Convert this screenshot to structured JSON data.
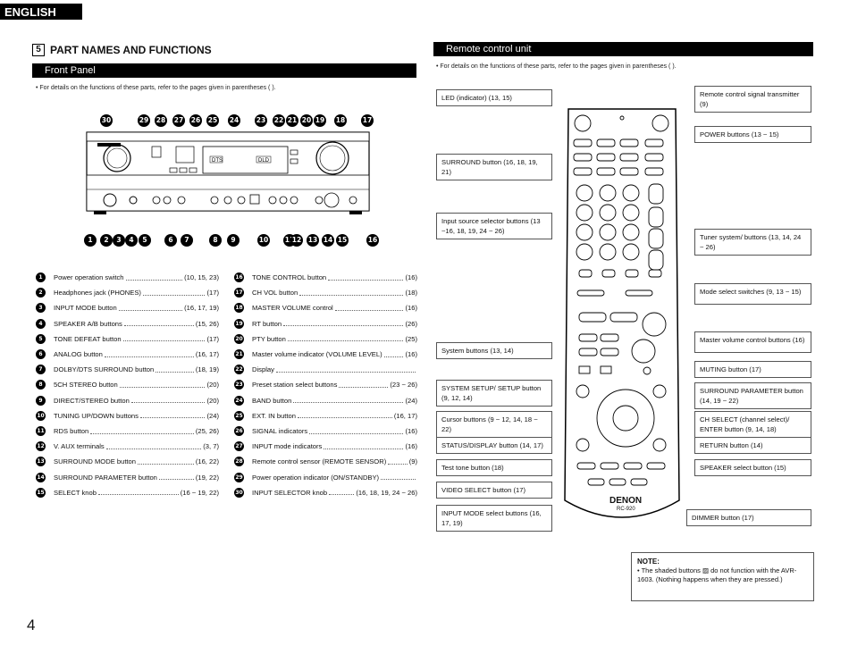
{
  "header": {
    "language": "ENGLISH"
  },
  "section": {
    "number": "5",
    "title": "PART NAMES AND FUNCTIONS"
  },
  "front_panel": {
    "title": "Front Panel",
    "note": "• For details on the functions of these parts, refer to the pages given in parentheses ( ).",
    "display_labels": {
      "dts": "DTS",
      "dld": "DLD"
    },
    "top_callouts": [
      "30",
      "29",
      "28",
      "27",
      "26",
      "25",
      "24",
      "23",
      "22",
      "21",
      "20",
      "19",
      "18",
      "17"
    ],
    "bottom_callouts": [
      "1",
      "2",
      "3",
      "4",
      "5",
      "6",
      "7",
      "8",
      "9",
      "10",
      "11",
      "12",
      "13",
      "14",
      "15",
      "16"
    ]
  },
  "parts_left": [
    {
      "n": "1",
      "label": "Power operation switch",
      "ref": "(10, 15, 23)"
    },
    {
      "n": "2",
      "label": "Headphones jack (PHONES)",
      "ref": "(17)"
    },
    {
      "n": "3",
      "label": "INPUT MODE button",
      "ref": "(16, 17, 19)"
    },
    {
      "n": "4",
      "label": "SPEAKER A/B buttons",
      "ref": "(15, 26)"
    },
    {
      "n": "5",
      "label": "TONE DEFEAT button",
      "ref": "(17)"
    },
    {
      "n": "6",
      "label": "ANALOG button",
      "ref": "(16, 17)"
    },
    {
      "n": "7",
      "label": "DOLBY/DTS SURROUND button",
      "ref": "(18, 19)"
    },
    {
      "n": "8",
      "label": "5CH STEREO button",
      "ref": "(20)"
    },
    {
      "n": "9",
      "label": "DIRECT/STEREO button",
      "ref": "(20)"
    },
    {
      "n": "10",
      "label": "TUNING UP/DOWN buttons",
      "ref": "(24)"
    },
    {
      "n": "11",
      "label": "RDS button",
      "ref": "(25, 26)"
    },
    {
      "n": "12",
      "label": "V. AUX terminals",
      "ref": "(3, 7)"
    },
    {
      "n": "13",
      "label": "SURROUND MODE button",
      "ref": "(16, 22)"
    },
    {
      "n": "14",
      "label": "SURROUND PARAMETER button",
      "ref": "(19, 22)"
    },
    {
      "n": "15",
      "label": "SELECT knob",
      "ref": "(16 ~ 19, 22)"
    }
  ],
  "parts_right": [
    {
      "n": "16",
      "label": "TONE CONTROL button",
      "ref": "(16)"
    },
    {
      "n": "17",
      "label": "CH VOL button",
      "ref": "(18)"
    },
    {
      "n": "18",
      "label": "MASTER VOLUME control",
      "ref": "(16)"
    },
    {
      "n": "19",
      "label": "RT button",
      "ref": "(26)"
    },
    {
      "n": "20",
      "label": "PTY button",
      "ref": "(25)"
    },
    {
      "n": "21",
      "label": "Master volume indicator (VOLUME LEVEL)",
      "ref": "(16)"
    },
    {
      "n": "22",
      "label": "Display",
      "ref": ""
    },
    {
      "n": "23",
      "label": "Preset station select buttons",
      "ref": "(23 ~ 26)"
    },
    {
      "n": "24",
      "label": "BAND button",
      "ref": "(24)"
    },
    {
      "n": "25",
      "label": "EXT. IN button",
      "ref": "(16, 17)"
    },
    {
      "n": "26",
      "label": "SIGNAL indicators",
      "ref": "(16)"
    },
    {
      "n": "27",
      "label": "INPUT mode indicators",
      "ref": "(16)"
    },
    {
      "n": "28",
      "label": "Remote control sensor (REMOTE SENSOR)",
      "ref": "(9)"
    },
    {
      "n": "29",
      "label": "Power operation indicator (ON/STANDBY)",
      "ref": ""
    },
    {
      "n": "30",
      "label": "INPUT SELECTOR knob",
      "ref": "(16, 18, 19, 24 ~ 26)"
    }
  ],
  "remote": {
    "title": "Remote control unit",
    "note": "• For details on the functions of these parts, refer to the pages given in parentheses ( ).",
    "brand": "DENON",
    "model": "RC-920",
    "labels_left": [
      {
        "text": "LED (indicator)",
        "ref": "(13, 15)"
      },
      {
        "text": "SURROUND button",
        "ref": "(16, 18, 19, 21)"
      },
      {
        "text": "Input source selector buttons",
        "ref": "(13 ~16, 18, 19, 24 ~ 26)"
      },
      {
        "text": "System buttons",
        "ref": "(13, 14)"
      },
      {
        "text": "SYSTEM SETUP/ SETUP button",
        "ref": "(9, 12, 14)"
      },
      {
        "text": "Cursor buttons",
        "ref": "(9 ~ 12, 14, 18 ~ 22)"
      },
      {
        "text": "STATUS/DISPLAY button",
        "ref": "(14, 17)"
      },
      {
        "text": "Test tone button",
        "ref": "(18)"
      },
      {
        "text": "VIDEO SELECT button",
        "ref": "(17)"
      },
      {
        "text": "INPUT MODE select buttons",
        "ref": "(16, 17, 19)"
      }
    ],
    "labels_right": [
      {
        "text": "Remote control signal transmitter",
        "ref": "(9)"
      },
      {
        "text": "POWER buttons",
        "ref": "(13 ~ 15)"
      },
      {
        "text": "Tuner system/ buttons",
        "ref": "(13, 14, 24 ~ 26)"
      },
      {
        "text": "Mode select switches",
        "ref": "(9, 13 ~ 15)"
      },
      {
        "text": "Master volume control buttons",
        "ref": "(16)"
      },
      {
        "text": "MUTING button",
        "ref": "(17)"
      },
      {
        "text": "SURROUND PARAMETER button",
        "ref": "(14, 19 ~ 22)"
      },
      {
        "text": "CH SELECT (channel select)/ ENTER button",
        "ref": "(9, 14, 18)"
      },
      {
        "text": "RETURN button",
        "ref": "(14)"
      },
      {
        "text": "SPEAKER select button",
        "ref": "(15)"
      },
      {
        "text": "DIMMER button",
        "ref": "(17)"
      }
    ]
  },
  "note": {
    "title": "NOTE:",
    "text": "• The shaded buttons ▨ do not function with the AVR-1603. (Nothing happens when they are pressed.)"
  },
  "page_number": "4"
}
